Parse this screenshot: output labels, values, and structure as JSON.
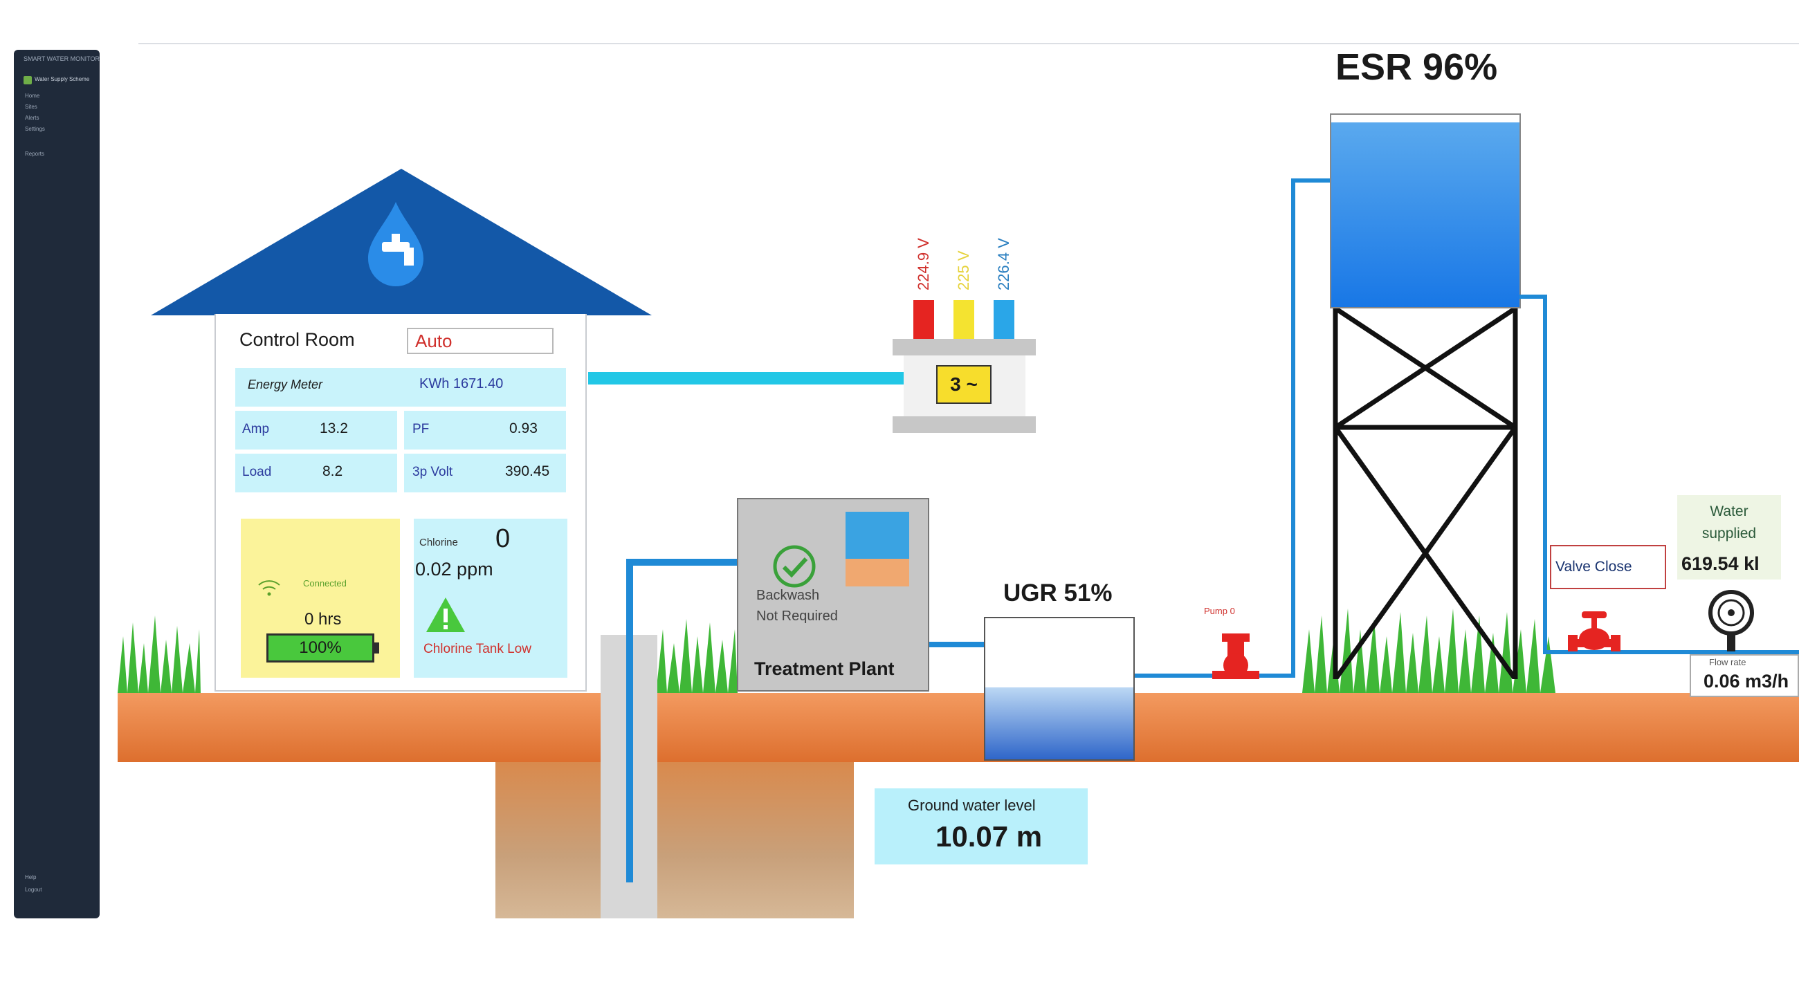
{
  "sidebar": {
    "app_title": "SMART WATER MONITOR",
    "org_name": "Water Supply Scheme",
    "items": [
      "Home",
      "Sites",
      "Alerts",
      "Settings",
      "Reports"
    ],
    "footer_items": [
      "Help",
      "Logout"
    ]
  },
  "control_room": {
    "title": "Control Room",
    "mode": "Auto",
    "energy_meter": {
      "label": "Energy Meter",
      "value": "KWh 1671.40"
    },
    "metrics": [
      {
        "label": "Amp",
        "value": "13.2"
      },
      {
        "label": "PF",
        "value": "0.93"
      },
      {
        "label": "Load",
        "value": "8.2"
      },
      {
        "label": "3p Volt",
        "value": "390.45"
      }
    ],
    "connectivity": "Connected",
    "run_hours": "0 hrs",
    "battery_level": "100%",
    "chlorine": {
      "label": "Chlorine",
      "count": "0",
      "ppm": "0.02 ppm",
      "alert": "Chlorine Tank Low"
    }
  },
  "phases": [
    {
      "voltage": "224.9 V",
      "color": "#e52421"
    },
    {
      "voltage": "225 V",
      "color": "#f4e330"
    },
    {
      "voltage": "226.4 V",
      "color": "#2aa6e8"
    }
  ],
  "transformer": {
    "symbol": "3 ~"
  },
  "treatment_plant": {
    "label": "Treatment Plant",
    "backwash_status_line1": "Backwash",
    "backwash_status_line2": "Not Required"
  },
  "ugr": {
    "label": "UGR 51%",
    "level": 0.51
  },
  "esr": {
    "label": "ESR 96%",
    "level": 0.96
  },
  "ground_water": {
    "label": "Ground water level",
    "value": "10.07 m"
  },
  "pump": {
    "label": "Pump 0"
  },
  "valve": {
    "status": "Valve Close"
  },
  "water_supplied": {
    "label_line1": "Water",
    "label_line2": "supplied",
    "value": "619.54 kl"
  },
  "flow": {
    "label": "Flow rate",
    "value": "0.06 m3/h"
  },
  "colors": {
    "roof": "#1358a8",
    "water": "#1877e6",
    "pipe": "#1f8ad6",
    "alert": "#d0312d"
  }
}
